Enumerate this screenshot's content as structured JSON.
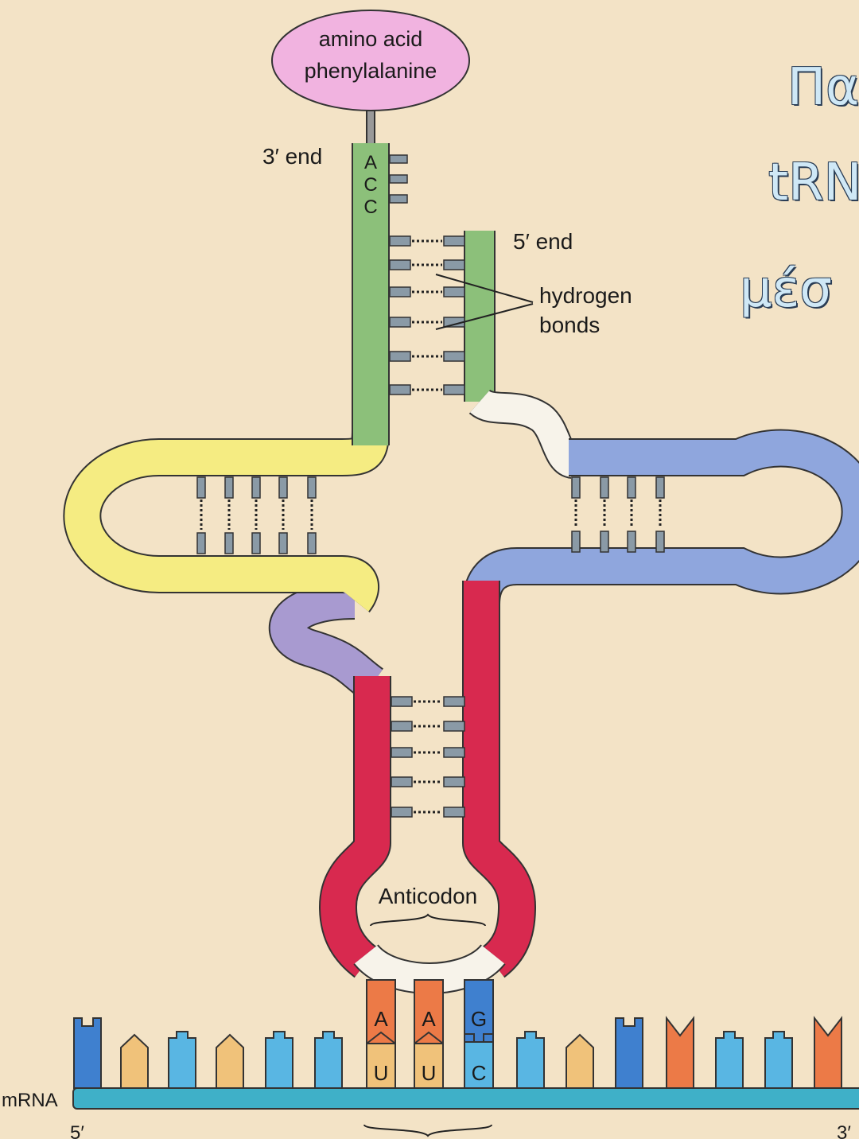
{
  "labels": {
    "amino_acid_line1": "amino acid",
    "amino_acid_line2": "phenylalanine",
    "three_end": "3′ end",
    "five_end": "5′ end",
    "hydrogen_line1": "hydrogen",
    "hydrogen_line2": "bonds",
    "anticodon": "Anticodon",
    "mrna": "mRNA",
    "mrna_5": "5′",
    "mrna_3": "3′"
  },
  "acceptor_bases": [
    "A",
    "C",
    "C"
  ],
  "anticodon_bases": [
    "A",
    "A",
    "G"
  ],
  "codon_bases": [
    "U",
    "U",
    "C"
  ],
  "title_lines": [
    "Πα",
    "tRN",
    "μέσ"
  ],
  "colors": {
    "background": "#f3e3c6",
    "acceptor_arm": "#8cc07a",
    "d_arm": "#f5ec82",
    "t_arm": "#8fa6dd",
    "variable_loop": "#a89ad0",
    "anticodon_arm": "#d8294f",
    "amino_acid": "#f1b3e0",
    "mrna": "#3fb0c8",
    "base_orange": "#ec7a47",
    "base_blue": "#3f80cf",
    "base_light_blue": "#59b6e3",
    "base_tan": "#f0c27a"
  }
}
